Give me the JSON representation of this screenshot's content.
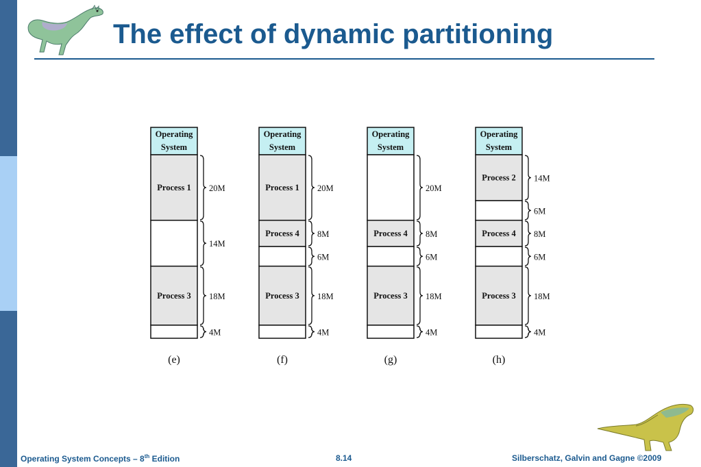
{
  "slide": {
    "title": "The effect of dynamic partitioning",
    "footer_left_prefix": "Operating System Concepts – 8",
    "footer_left_sup": "th",
    "footer_left_suffix": " Edition",
    "footer_center": "8.14",
    "footer_right": "Silberschatz, Galvin and Gagne ©2009"
  },
  "colors": {
    "accent": "#1b5a8f",
    "sidebar_dark": "#3a6797",
    "sidebar_light": "#a9d0f5",
    "os_block": "#c5eff2",
    "process_block": "#e5e5e5",
    "free_block": "#ffffff"
  },
  "os_label_line1": "Operating",
  "os_label_line2": "System",
  "diagrams": [
    {
      "caption": "(e)",
      "blocks": [
        {
          "label": "Process 1",
          "size": "20M",
          "filled": true
        },
        {
          "label": "",
          "size": "14M",
          "filled": false
        },
        {
          "label": "Process 3",
          "size": "18M",
          "filled": true
        },
        {
          "label": "",
          "size": "4M",
          "filled": false
        }
      ]
    },
    {
      "caption": "(f)",
      "blocks": [
        {
          "label": "Process 1",
          "size": "20M",
          "filled": true
        },
        {
          "label": "Process 4",
          "size": "8M",
          "filled": true
        },
        {
          "label": "",
          "size": "6M",
          "filled": false
        },
        {
          "label": "Process 3",
          "size": "18M",
          "filled": true
        },
        {
          "label": "",
          "size": "4M",
          "filled": false
        }
      ]
    },
    {
      "caption": "(g)",
      "blocks": [
        {
          "label": "",
          "size": "20M",
          "filled": false
        },
        {
          "label": "Process 4",
          "size": "8M",
          "filled": true
        },
        {
          "label": "",
          "size": "6M",
          "filled": false
        },
        {
          "label": "Process 3",
          "size": "18M",
          "filled": true
        },
        {
          "label": "",
          "size": "4M",
          "filled": false
        }
      ]
    },
    {
      "caption": "(h)",
      "blocks": [
        {
          "label": "Process 2",
          "size": "14M",
          "filled": true
        },
        {
          "label": "",
          "size": "6M",
          "filled": false
        },
        {
          "label": "Process 4",
          "size": "8M",
          "filled": true
        },
        {
          "label": "",
          "size": "6M",
          "filled": false
        },
        {
          "label": "Process 3",
          "size": "18M",
          "filled": true
        },
        {
          "label": "",
          "size": "4M",
          "filled": false
        }
      ]
    }
  ]
}
